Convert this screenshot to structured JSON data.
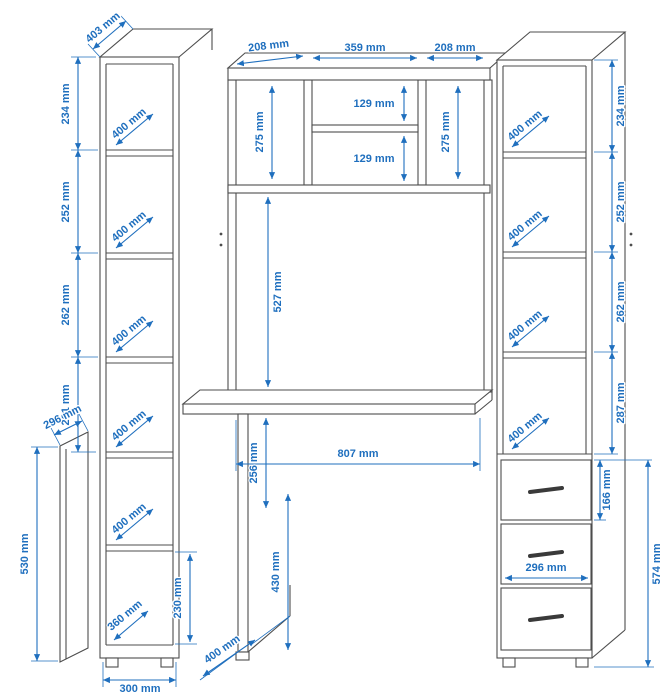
{
  "unit": "mm",
  "palette": {
    "outline": "#4d4d4d",
    "dimension": "#1f6fbe",
    "handle": "#3a3a3a",
    "background": "#ffffff"
  },
  "labels": {
    "left": {
      "top_depth": "403 mm",
      "heights": [
        "234 mm",
        "252 mm",
        "262 mm",
        "261 mm"
      ],
      "shelf_depths": [
        "400 mm",
        "400 mm",
        "400 mm",
        "400 mm",
        "400 mm"
      ],
      "bottom_depth": "360 mm",
      "bottom_opening_height": "230 mm",
      "door_depth": "296 mm",
      "door_height": "530 mm",
      "base_width": "300 mm"
    },
    "hutch": {
      "left_width": "208 mm",
      "center_width": "359 mm",
      "right_width": "208 mm",
      "left_height": "275 mm",
      "right_height": "275 mm",
      "upper_shelf_height": "129 mm",
      "lower_shelf_height": "129 mm",
      "opening_height": "527 mm"
    },
    "desk": {
      "width": "807 mm",
      "apron_height": "256 mm",
      "leg_height": "430 mm",
      "leg_depth": "400 mm"
    },
    "right": {
      "heights": [
        "234 mm",
        "252 mm",
        "262 mm",
        "287 mm"
      ],
      "shelf_depths": [
        "400 mm",
        "400 mm",
        "400 mm",
        "400 mm"
      ],
      "top_drawer_height": "166 mm",
      "drawer_section_height": "574 mm",
      "drawer_width": "296 mm"
    }
  }
}
